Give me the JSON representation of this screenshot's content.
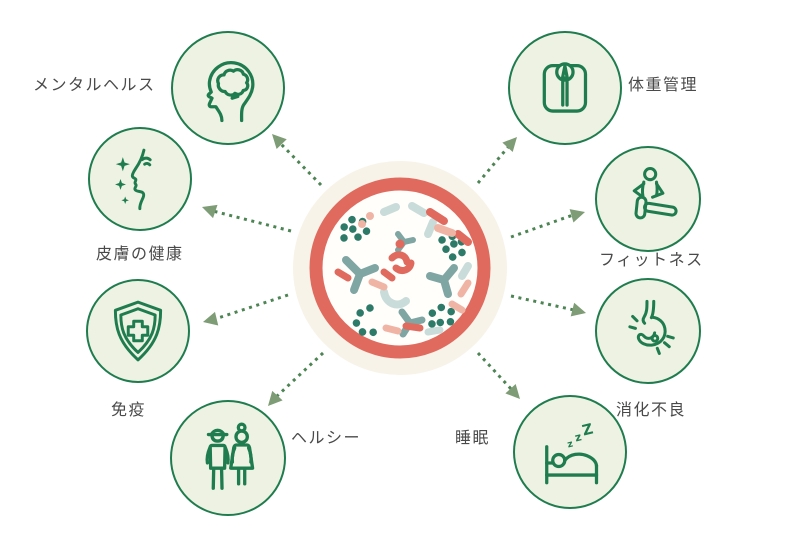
{
  "diagram": {
    "center": {
      "icon": "gut-microbiome-icon"
    },
    "nodes": [
      {
        "id": "mental-health",
        "label": "メンタルヘルス",
        "icon": "brain-icon"
      },
      {
        "id": "weight-management",
        "label": "体重管理",
        "icon": "weight-scale-icon"
      },
      {
        "id": "skin-health",
        "label": "皮膚の健康",
        "icon": "face-sparkles-icon"
      },
      {
        "id": "fitness",
        "label": "フィットネス",
        "icon": "stretching-person-icon"
      },
      {
        "id": "immunity",
        "label": "免疫",
        "icon": "shield-cross-icon"
      },
      {
        "id": "indigestion",
        "label": "消化不良",
        "icon": "stomach-icon"
      },
      {
        "id": "healthy",
        "label": "ヘルシー",
        "icon": "couple-icon"
      },
      {
        "id": "sleep",
        "label": "睡眠",
        "icon": "sleeping-bed-icon",
        "zzz": [
          "z",
          "z",
          "Z"
        ]
      }
    ],
    "colors": {
      "icon_stroke": "#1f7c4e",
      "icon_fill": "#edf2e3",
      "label_text": "#4a4a4a",
      "arrow_dots": "#4c8553",
      "arrow_head": "#7e9c75",
      "center_ring": "#e06a5e",
      "center_halo": "#f7f3e8",
      "bacteria_dark_teal": "#2e7a69",
      "bacteria_teal": "#7fa6a3",
      "bacteria_light_blue": "#c9dcd9",
      "bacteria_coral": "#e06a5e",
      "bacteria_salmon": "#f0b4a5"
    }
  }
}
